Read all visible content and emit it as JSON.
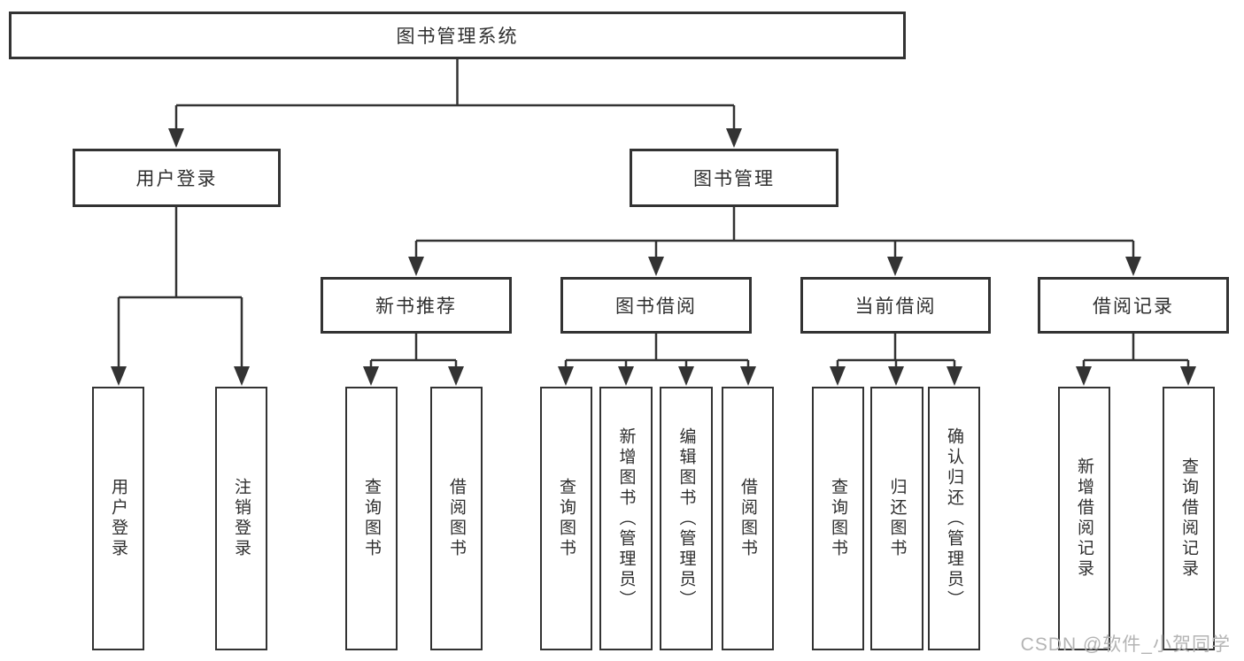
{
  "diagram": {
    "title": "图书管理系统",
    "nodes": {
      "root": {
        "label": "图书管理系统"
      },
      "level2": [
        {
          "id": "user-login",
          "label": "用户登录"
        },
        {
          "id": "book-management",
          "label": "图书管理"
        }
      ],
      "level3": [
        {
          "id": "new-book-recommend",
          "label": "新书推荐",
          "parent": "图书管理"
        },
        {
          "id": "book-borrowing",
          "label": "图书借阅",
          "parent": "图书管理"
        },
        {
          "id": "current-borrowing",
          "label": "当前借阅",
          "parent": "图书管理"
        },
        {
          "id": "borrowing-records",
          "label": "借阅记录",
          "parent": "图书管理"
        }
      ],
      "leaves": [
        {
          "label": "用户登录",
          "parent": "用户登录"
        },
        {
          "label": "注销登录",
          "parent": "用户登录"
        },
        {
          "label": "查询图书",
          "parent": "新书推荐"
        },
        {
          "label": "借阅图书",
          "parent": "新书推荐"
        },
        {
          "label": "查询图书",
          "parent": "图书借阅"
        },
        {
          "label": "新增图书（管理员）",
          "parent": "图书借阅"
        },
        {
          "label": "编辑图书（管理员）",
          "parent": "图书借阅"
        },
        {
          "label": "借阅图书",
          "parent": "图书借阅"
        },
        {
          "label": "查询图书",
          "parent": "当前借阅"
        },
        {
          "label": "归还图书",
          "parent": "当前借阅"
        },
        {
          "label": "确认归还（管理员）",
          "parent": "当前借阅"
        },
        {
          "label": "新增借阅记录",
          "parent": "借阅记录"
        },
        {
          "label": "查询借阅记录",
          "parent": "借阅记录"
        }
      ]
    },
    "colors": {
      "line": "#333333",
      "box_border": "#333333",
      "text": "#2f2f2f",
      "background": "#ffffff",
      "watermark": "#b4b4b4"
    }
  },
  "watermark": {
    "text": "CSDN @软件_小贺同学"
  }
}
